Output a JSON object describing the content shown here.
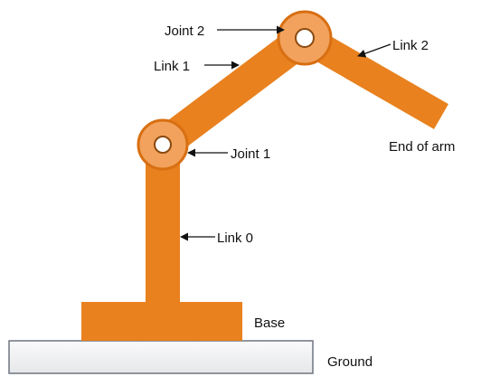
{
  "colors": {
    "arm": "#E8811E",
    "arm_dark": "#C9620C",
    "joint": "#F2A25C",
    "pin": "#FFFFFF",
    "ground_fill": "#F4F4F6",
    "ground_stroke": "#6F7480",
    "leader": "#111111"
  },
  "labels": {
    "joint2": "Joint 2",
    "link1": "Link 1",
    "link2": "Link 2",
    "joint1": "Joint 1",
    "end_of_arm": "End of arm",
    "link0": "Link 0",
    "base": "Base",
    "ground": "Ground"
  }
}
